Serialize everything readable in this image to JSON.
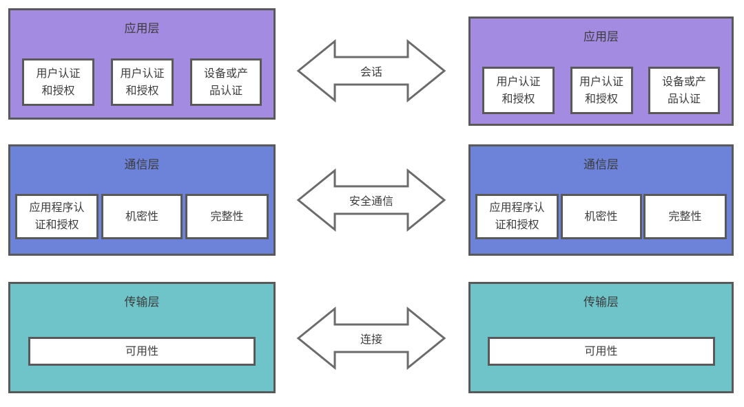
{
  "colors": {
    "application_fill": "#a28be0",
    "communication_fill": "#6d82d9",
    "transport_fill": "#6ec4c8",
    "box_border": "#595959",
    "subbox_fill": "#ffffff",
    "arrow_outline": "#6b6b6b",
    "arrow_fill": "#ffffff",
    "text": "#3c3c3c",
    "background": "#ffffff"
  },
  "left_stack": {
    "application": {
      "title": "应用层",
      "items": [
        "用户认证\n和授权",
        "用户认证\n和授权",
        "设备或产\n品认证"
      ]
    },
    "communication": {
      "title": "通信层",
      "items": [
        "应用程序认\n证和授权",
        "机密性",
        "完整性"
      ]
    },
    "transport": {
      "title": "传输层",
      "items": [
        "可用性"
      ]
    }
  },
  "right_stack": {
    "application": {
      "title": "应用层",
      "items": [
        "用户认证\n和授权",
        "用户认证\n和授权",
        "设备或产\n品认证"
      ]
    },
    "communication": {
      "title": "通信层",
      "items": [
        "应用程序认\n证和授权",
        "机密性",
        "完整性"
      ]
    },
    "transport": {
      "title": "传输层",
      "items": [
        "可用性"
      ]
    }
  },
  "connectors": [
    {
      "label": "会话"
    },
    {
      "label": "安全通信"
    },
    {
      "label": "连接"
    }
  ]
}
